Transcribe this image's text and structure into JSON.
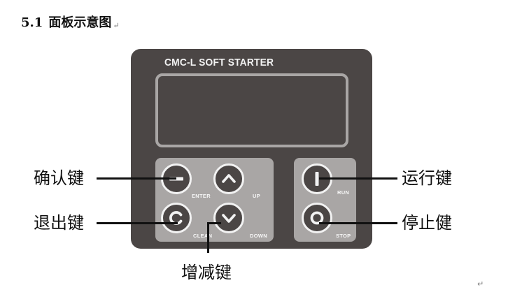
{
  "heading": {
    "number": "5.1",
    "title": "面板示意图",
    "mark": "↵"
  },
  "panel": {
    "brand": "CMC-L SOFT STARTER",
    "keys": {
      "enter": {
        "label": "ENTER"
      },
      "up": {
        "label": "UP"
      },
      "clean": {
        "label": "CLEAN"
      },
      "down": {
        "label": "DOWN"
      },
      "run": {
        "label": "RUN"
      },
      "stop": {
        "label": "STOP"
      }
    }
  },
  "callouts": {
    "confirm": "确认键",
    "exit": "退出键",
    "adjust": "增减键",
    "run": "运行键",
    "stop": "停止健"
  },
  "end_mark": "↵",
  "colors": {
    "panel": "#4b4645",
    "key_group": "#a9a6a5",
    "key_ring": "#f2f2f2",
    "leader": "#111111"
  },
  "icons": {
    "enter": "minus-icon",
    "up": "chevron-up-icon",
    "clean": "letter-c-icon",
    "down": "chevron-down-icon",
    "run": "bar-icon",
    "stop": "ring-icon"
  }
}
